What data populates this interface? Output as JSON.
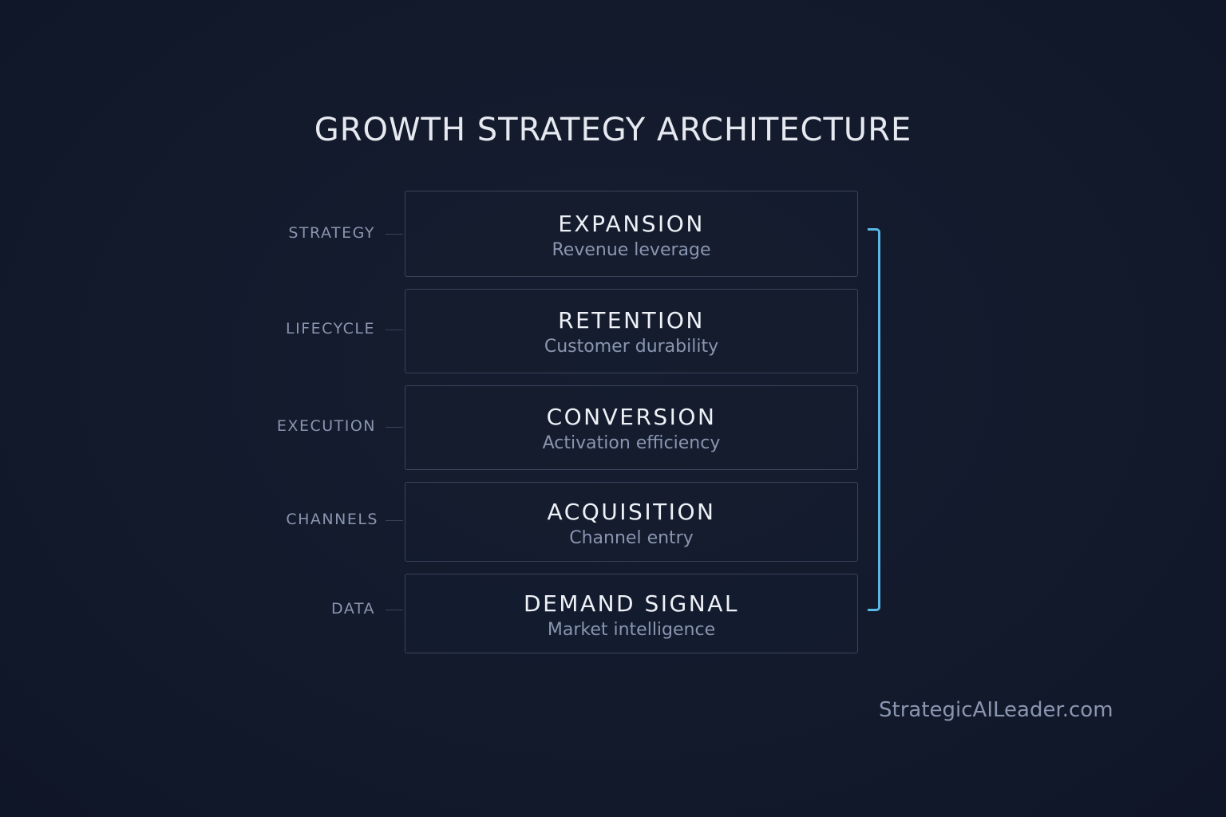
{
  "title": "GROWTH STRATEGY ARCHITECTURE",
  "layers": [
    {
      "label": "STRATEGY",
      "name": "EXPANSION",
      "sub": "Revenue leverage"
    },
    {
      "label": "LIFECYCLE",
      "name": "RETENTION",
      "sub": "Customer durability"
    },
    {
      "label": "EXECUTION",
      "name": "CONVERSION",
      "sub": "Activation efficiency"
    },
    {
      "label": "CHANNELS",
      "name": "ACQUISITION",
      "sub": "Channel entry"
    },
    {
      "label": "DATA",
      "name": "DEMAND SIGNAL",
      "sub": "Market intelligence"
    }
  ],
  "footer": "StrategicAILeader.com",
  "colors": {
    "background": "#121a2c",
    "accent": "#5ab8e6",
    "border": "#3a4458"
  }
}
